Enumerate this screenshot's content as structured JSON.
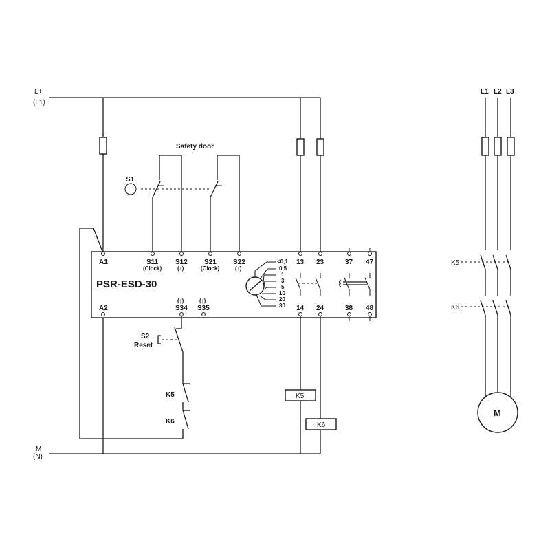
{
  "supply": {
    "l_plus": "L+",
    "l1": "(L1)",
    "m": "M",
    "n": "(N)"
  },
  "device": {
    "name": "PSR-ESD-30"
  },
  "terminals": {
    "a1": "A1",
    "a2": "A2",
    "s11": "S11",
    "s11_sub": "(Clock)",
    "s12": "S12",
    "s12_sub": "(↓)",
    "s21": "S21",
    "s21_sub": "(Clock)",
    "s22": "S22",
    "s22_sub": "(↓)",
    "s34": "S34",
    "s34_sup": "(↑)",
    "s35": "S35",
    "s35_sup": "(↑)",
    "t13": "13",
    "t23": "23",
    "t37": "37",
    "t47": "47",
    "t14": "14",
    "t24": "24",
    "t38": "38",
    "t48": "48"
  },
  "delay_scale": [
    "<0,1",
    "0,5",
    "1",
    "3",
    "5",
    "10",
    "20",
    "30"
  ],
  "components": {
    "safety_door": "Safety door",
    "s1": "S1",
    "s2": "S2",
    "reset": "Reset",
    "k5": "K5",
    "k6": "K6"
  },
  "motor_circuit": {
    "phases": [
      "L1",
      "L2",
      "L3"
    ],
    "k5": "K5",
    "k6": "K6",
    "motor": "M"
  }
}
